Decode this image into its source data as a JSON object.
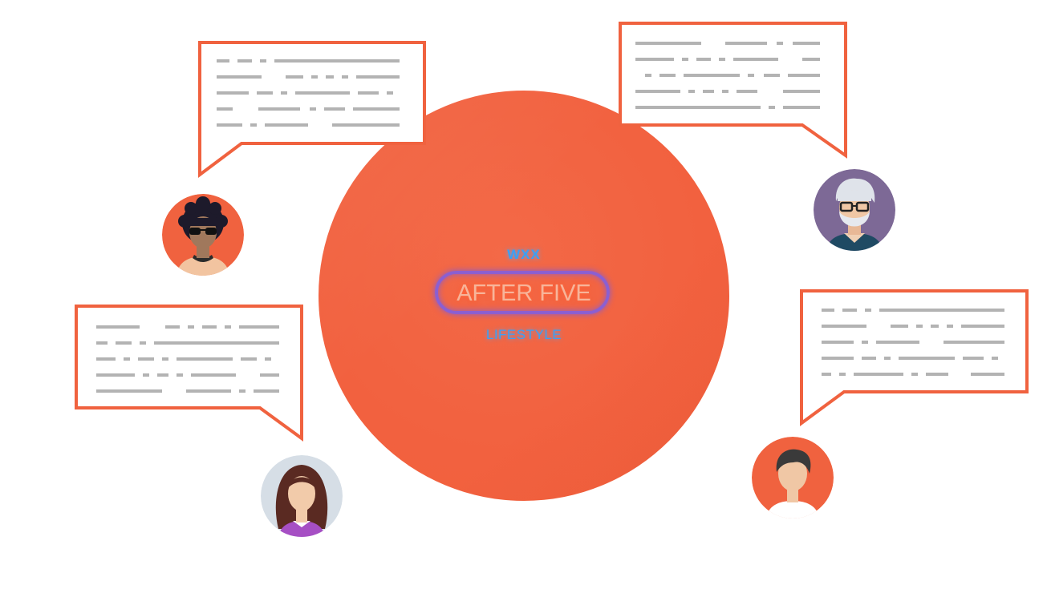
{
  "logo": {
    "top": "WXX",
    "main": "AFTER FIVE",
    "bottom": "LIFESTYLE"
  },
  "colors": {
    "accent": "#f2623f",
    "bubble_border": "#f0623f",
    "placeholder_line": "#b3b3b3",
    "logo_blue": "#3aa0f5",
    "logo_purple": "#8b5fd1"
  },
  "bubbles": [
    {
      "name": "speech-bubble-top-left",
      "icon": "speech-bubble-icon"
    },
    {
      "name": "speech-bubble-top-right",
      "icon": "speech-bubble-icon"
    },
    {
      "name": "speech-bubble-bottom-left",
      "icon": "speech-bubble-icon"
    },
    {
      "name": "speech-bubble-bottom-right",
      "icon": "speech-bubble-icon"
    }
  ],
  "avatars": [
    {
      "name": "avatar-curly-hair-sunglasses",
      "icon": "person-icon"
    },
    {
      "name": "avatar-old-man-glasses",
      "icon": "person-icon"
    },
    {
      "name": "avatar-woman-long-hair",
      "icon": "person-icon"
    },
    {
      "name": "avatar-man-short-hair",
      "icon": "person-icon"
    }
  ]
}
